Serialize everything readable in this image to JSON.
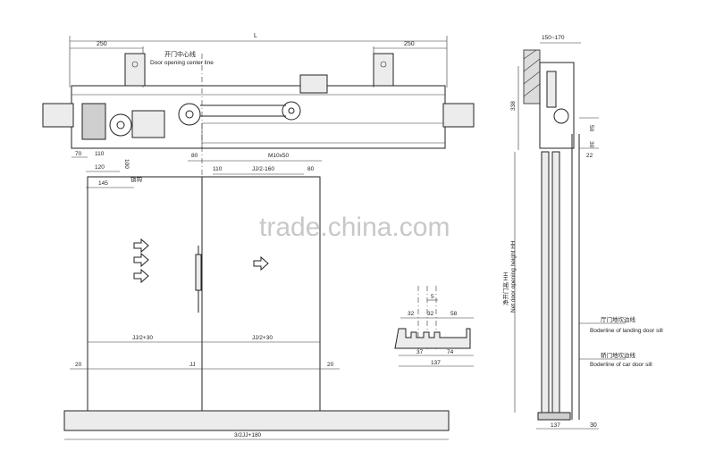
{
  "watermark": "trade.china.com",
  "front_view": {
    "top_dims": {
      "left": "250",
      "center": "L",
      "right": "250"
    },
    "center_line_cn": "开门中心线",
    "center_line_en": "Door opening center line",
    "left_dims": {
      "d70": "70",
      "d110": "110",
      "d120": "120",
      "d100": "100",
      "d145": "145",
      "part_label": "锁钩"
    },
    "mid_dims": {
      "d80a": "80",
      "d110": "110",
      "jj_half_minus": "JJ/2-160",
      "d80b": "80",
      "m10": "M10x50"
    },
    "door_dims": {
      "left_half": "JJ/2+30",
      "right_half": "JJ/2+30",
      "d20_left": "20",
      "jj": "JJ",
      "d20_right": "20"
    },
    "bottom_dim": "3/2JJ+180"
  },
  "detail": {
    "d5": "5",
    "d32a": "32",
    "d32b": "32",
    "d58": "58",
    "d37": "37",
    "d74": "74",
    "d137": "137"
  },
  "side_view": {
    "top_dim": "150~170",
    "d338": "338",
    "d50": "50",
    "d30a": "30",
    "d22": "22",
    "height_cn": "净开门高 HH",
    "height_en": "Net door opening height HH",
    "landing_cn": "厅门地坎边线",
    "landing_en": "Boderline of landing door sill",
    "car_cn": "轿门地坎边线",
    "car_en": "Boderline of car door sill",
    "bottom_137": "137",
    "bottom_30": "30"
  }
}
